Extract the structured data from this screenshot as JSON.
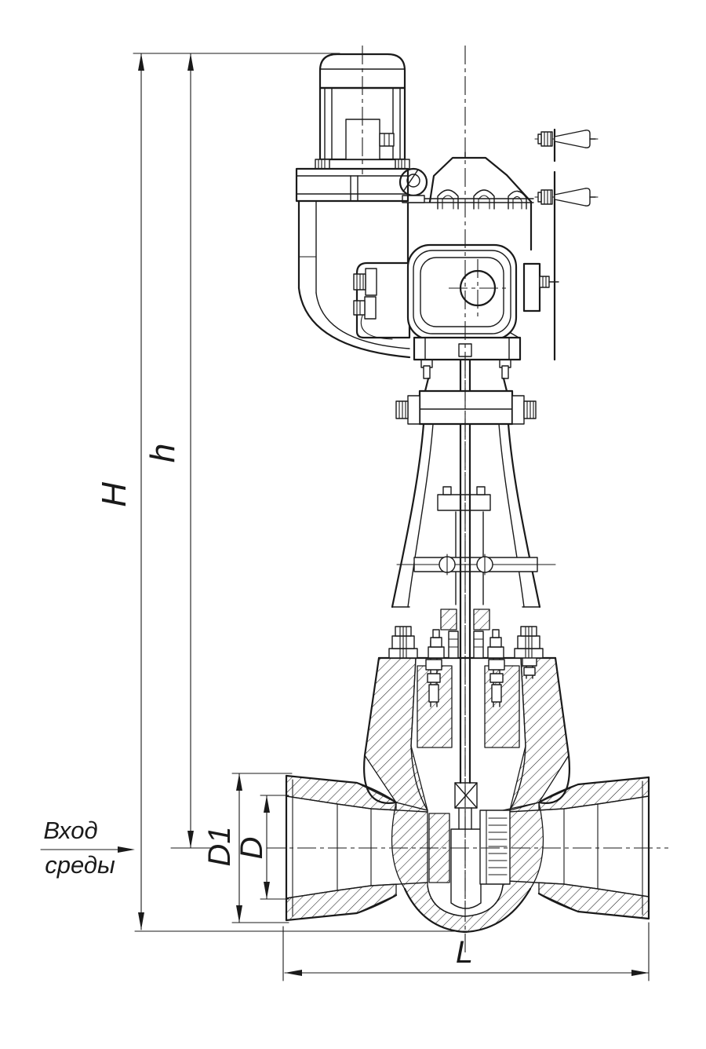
{
  "diagram": {
    "type": "valve-technical-drawing",
    "dimensions": {
      "H": "H",
      "h": "h",
      "D1": "D1",
      "D": "D",
      "L": "L"
    },
    "inlet": {
      "line1": "Вход",
      "line2": "среды"
    },
    "colors": {
      "line": "#1a1a1a",
      "background": "#ffffff"
    }
  }
}
